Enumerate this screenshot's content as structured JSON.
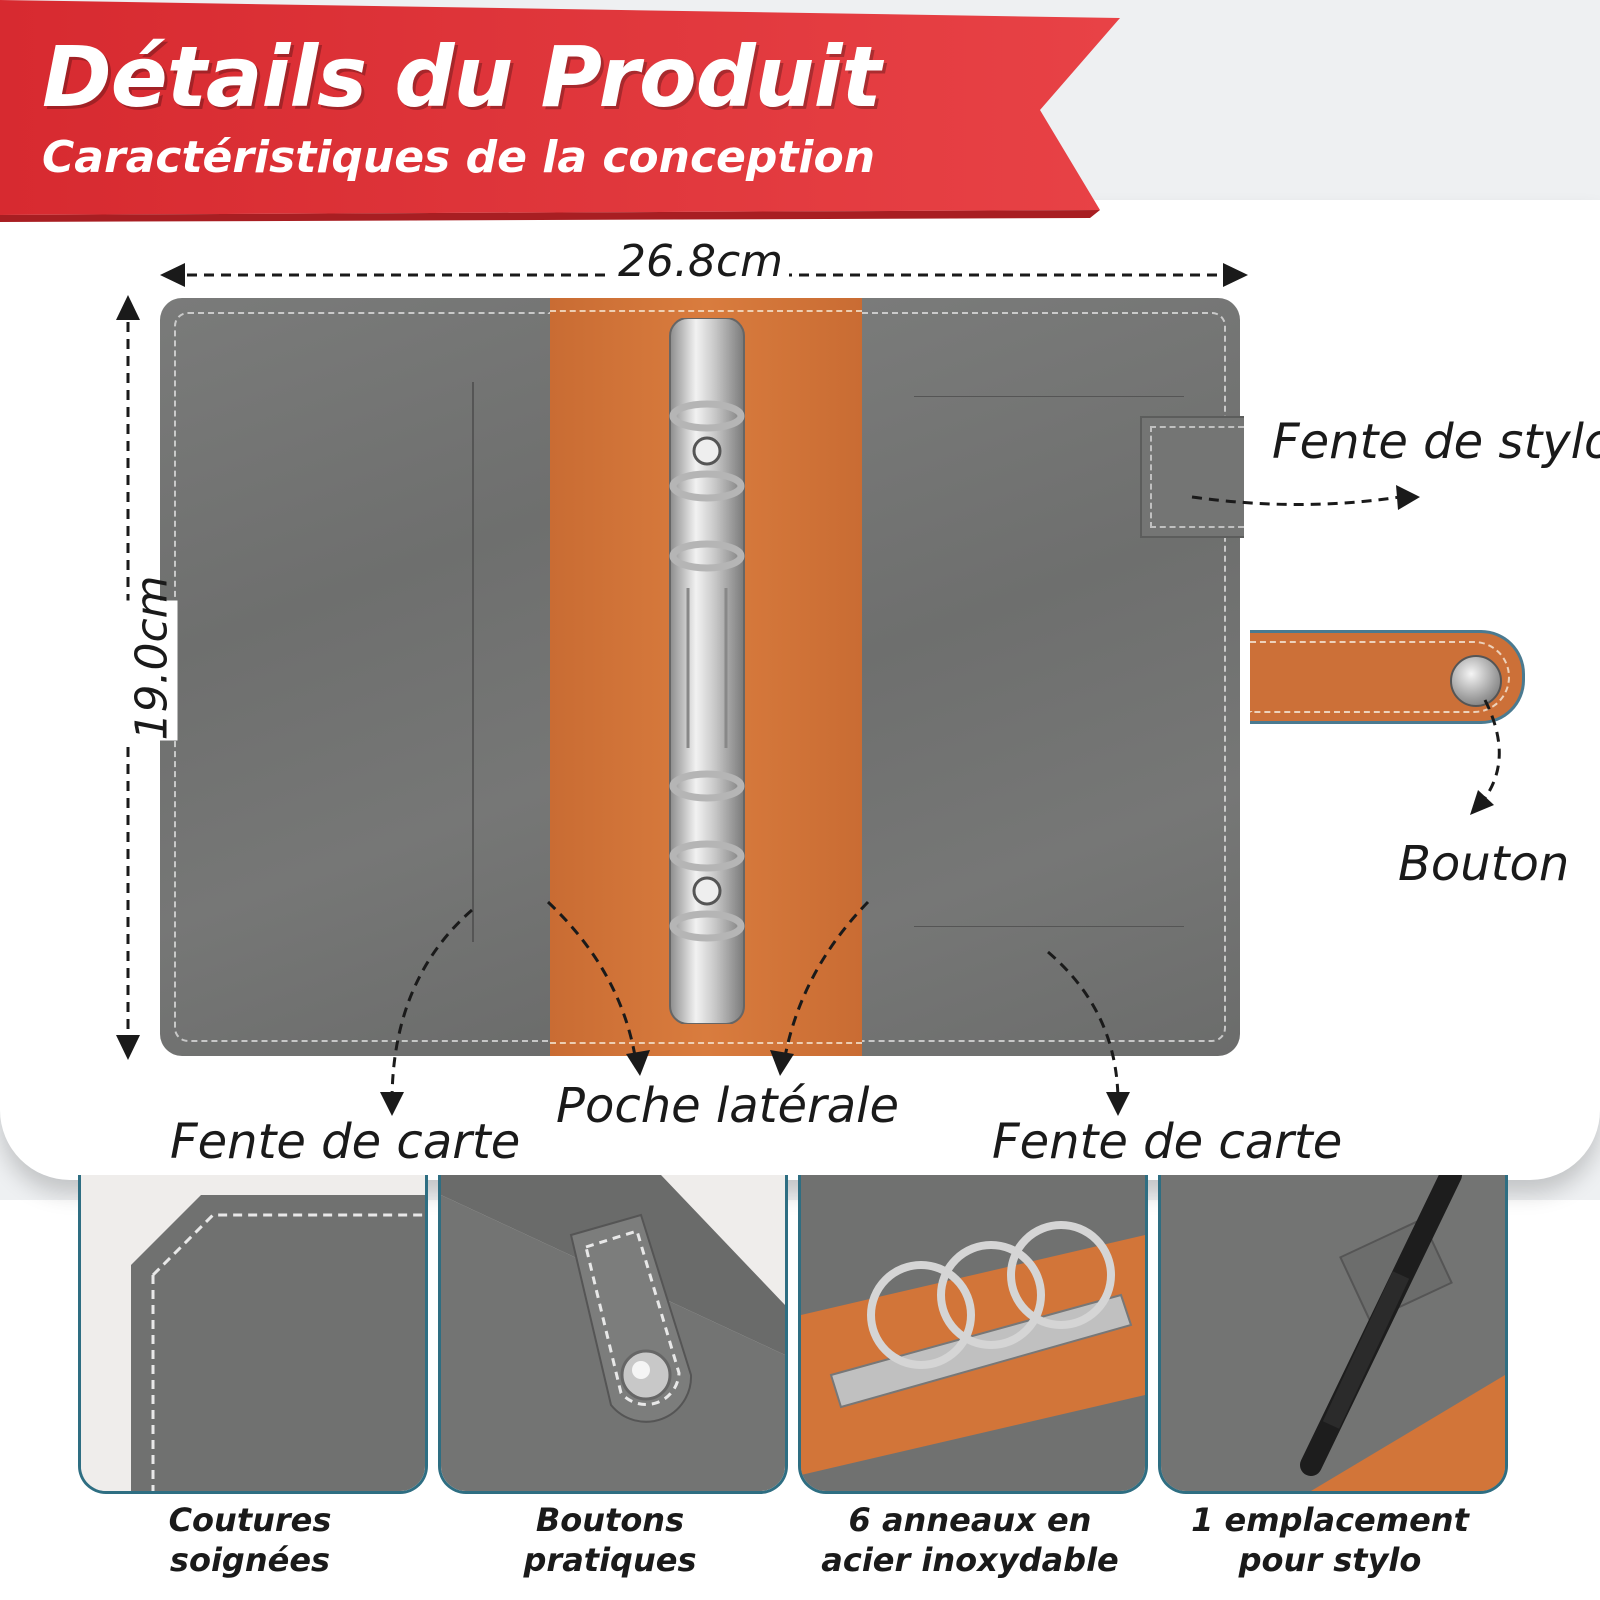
{
  "banner": {
    "title": "Détails du Produit",
    "subtitle": "Caractéristiques de la conception",
    "color": "#e0373b"
  },
  "dimensions": {
    "width": "26.8cm",
    "height": "19.0cm"
  },
  "callouts": {
    "pen_slot": "Fente de stylo",
    "button": "Bouton",
    "side_pocket": "Poche latérale",
    "card_slot_left": "Fente de carte",
    "card_slot_right": "Fente de carte"
  },
  "features": [
    {
      "line1": "Coutures",
      "line2": "soignées",
      "icon": "stitching-corner-photo"
    },
    {
      "line1": "Boutons",
      "line2": "pratiques",
      "icon": "snap-button-photo"
    },
    {
      "line1": "6 anneaux en",
      "line2": "acier inoxydable",
      "icon": "binder-rings-photo"
    },
    {
      "line1": "1 emplacement",
      "line2": "pour stylo",
      "icon": "pen-holder-photo"
    }
  ],
  "colors": {
    "leather_grey": "#737473",
    "leather_orange": "#d2763a",
    "accent_teal": "#2e6e82"
  }
}
